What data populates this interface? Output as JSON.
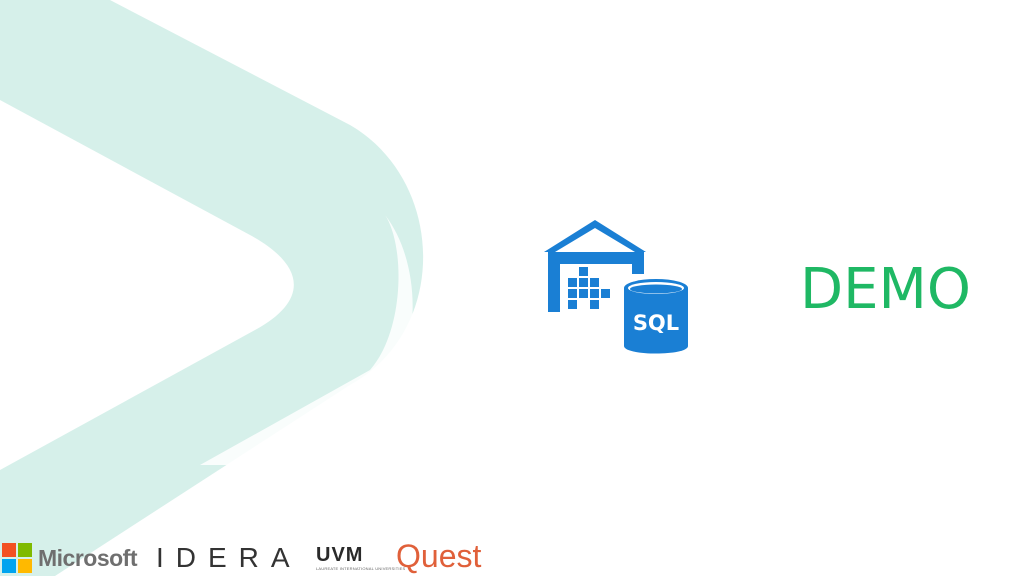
{
  "slide": {
    "title": "DEMO",
    "icon": "sql-data-warehouse-icon",
    "icon_label": "SQL"
  },
  "logos": {
    "microsoft": "Microsoft",
    "idera": "IDERA",
    "uvm": "UVM",
    "uvm_subtitle": "LAUREATE INTERNATIONAL UNIVERSITIES",
    "quest": "Quest"
  },
  "colors": {
    "title": "#1fb864",
    "icon": "#1a7fd4",
    "background_shape": "#d4efe9",
    "quest": "#e0603a",
    "microsoft_red": "#f25022",
    "microsoft_green": "#7fba00",
    "microsoft_blue": "#00a4ef",
    "microsoft_yellow": "#ffb900"
  }
}
